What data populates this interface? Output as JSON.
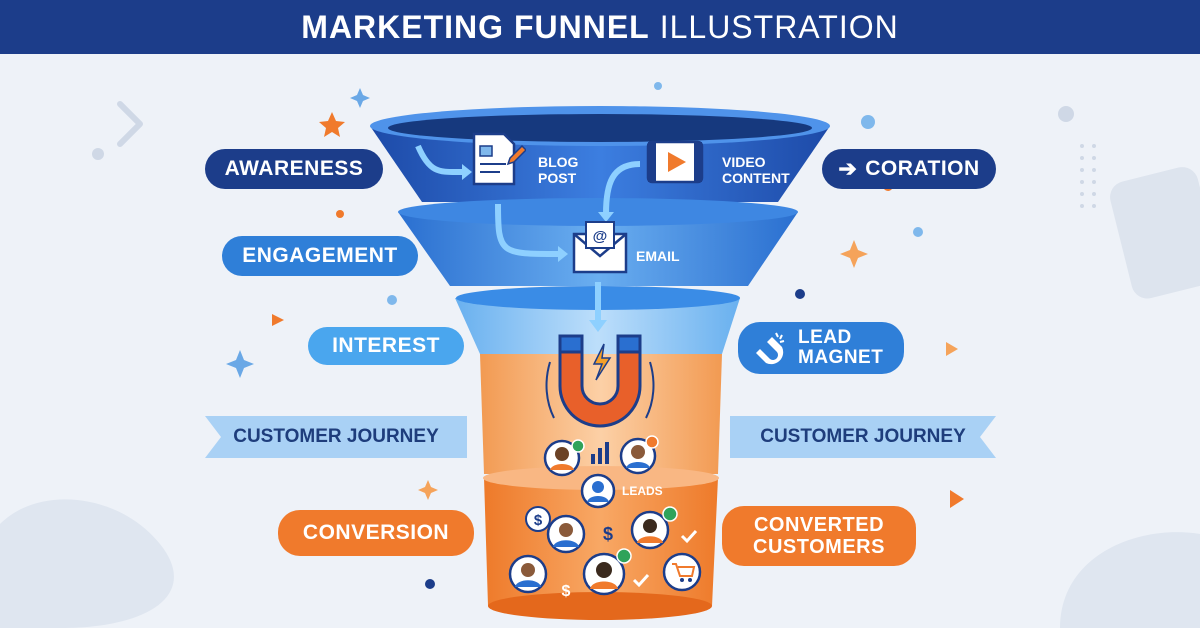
{
  "header": {
    "title_bold": "MARKETING FUNNEL",
    "title_light": "ILLUSTRATION"
  },
  "labels": {
    "awareness": "AWARENESS",
    "coration": "CORATION",
    "engagement": "ENGAGEMENT",
    "interest": "INTEREST",
    "lead_magnet": [
      "LEAD",
      "MAGNET"
    ],
    "customer_journey_left": "CUSTOMER JOURNEY",
    "customer_journey_right": "CUSTOMER JOURNEY",
    "conversion": "CONVERSION",
    "converted_customers": [
      "CONVERTED",
      "CUSTOMERS"
    ]
  },
  "funnel_items": {
    "blog_post": [
      "BLOG",
      "POST"
    ],
    "video_content": [
      "VIDEO",
      "CONTENT"
    ],
    "email": "EMAIL",
    "leads": "LEADS",
    "email_symbol": "@",
    "dollar": "$"
  },
  "colors": {
    "navy": "#1c3d8a",
    "blue": "#2f7fd8",
    "light_blue": "#4aa6ee",
    "ribbon": "#a9d1f5",
    "orange": "#f07a2c"
  }
}
